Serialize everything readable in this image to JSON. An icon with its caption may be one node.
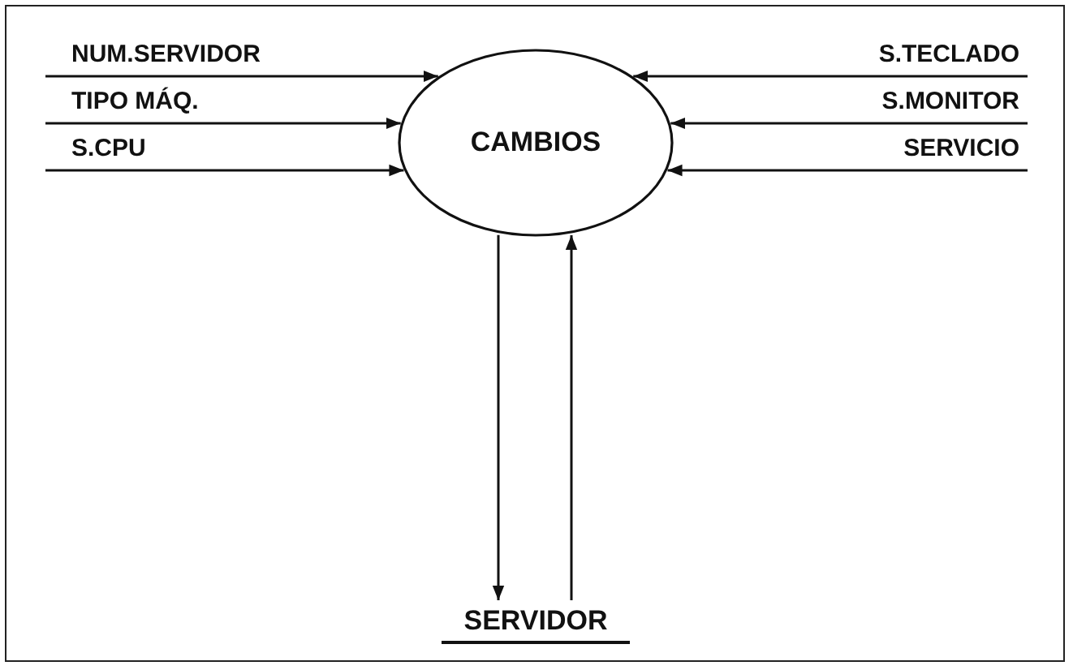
{
  "diagram": {
    "nodes": [
      {
        "text": [
          "CAMBIOS"
        ]
      },
      {
        "text": [
          "SERVIDOR"
        ]
      }
    ],
    "edges": [
      {
        "from": null,
        "to": 0,
        "arrow": "to",
        "label": "NUM.SERVIDOR"
      },
      {
        "from": null,
        "to": 0,
        "arrow": "to",
        "label": "TIPO MÁQ."
      },
      {
        "from": null,
        "to": 0,
        "arrow": "to",
        "label": "S.CPU"
      },
      {
        "from": null,
        "to": 0,
        "arrow": "to",
        "label": "S.TECLADO"
      },
      {
        "from": null,
        "to": 0,
        "arrow": "to",
        "label": "S.MONITOR"
      },
      {
        "from": null,
        "to": 0,
        "arrow": "to",
        "label": "SERVICIO"
      },
      {
        "from": 0,
        "to": 1,
        "arrow": "to"
      },
      {
        "from": 1,
        "to": 0,
        "arrow": "to"
      }
    ]
  }
}
